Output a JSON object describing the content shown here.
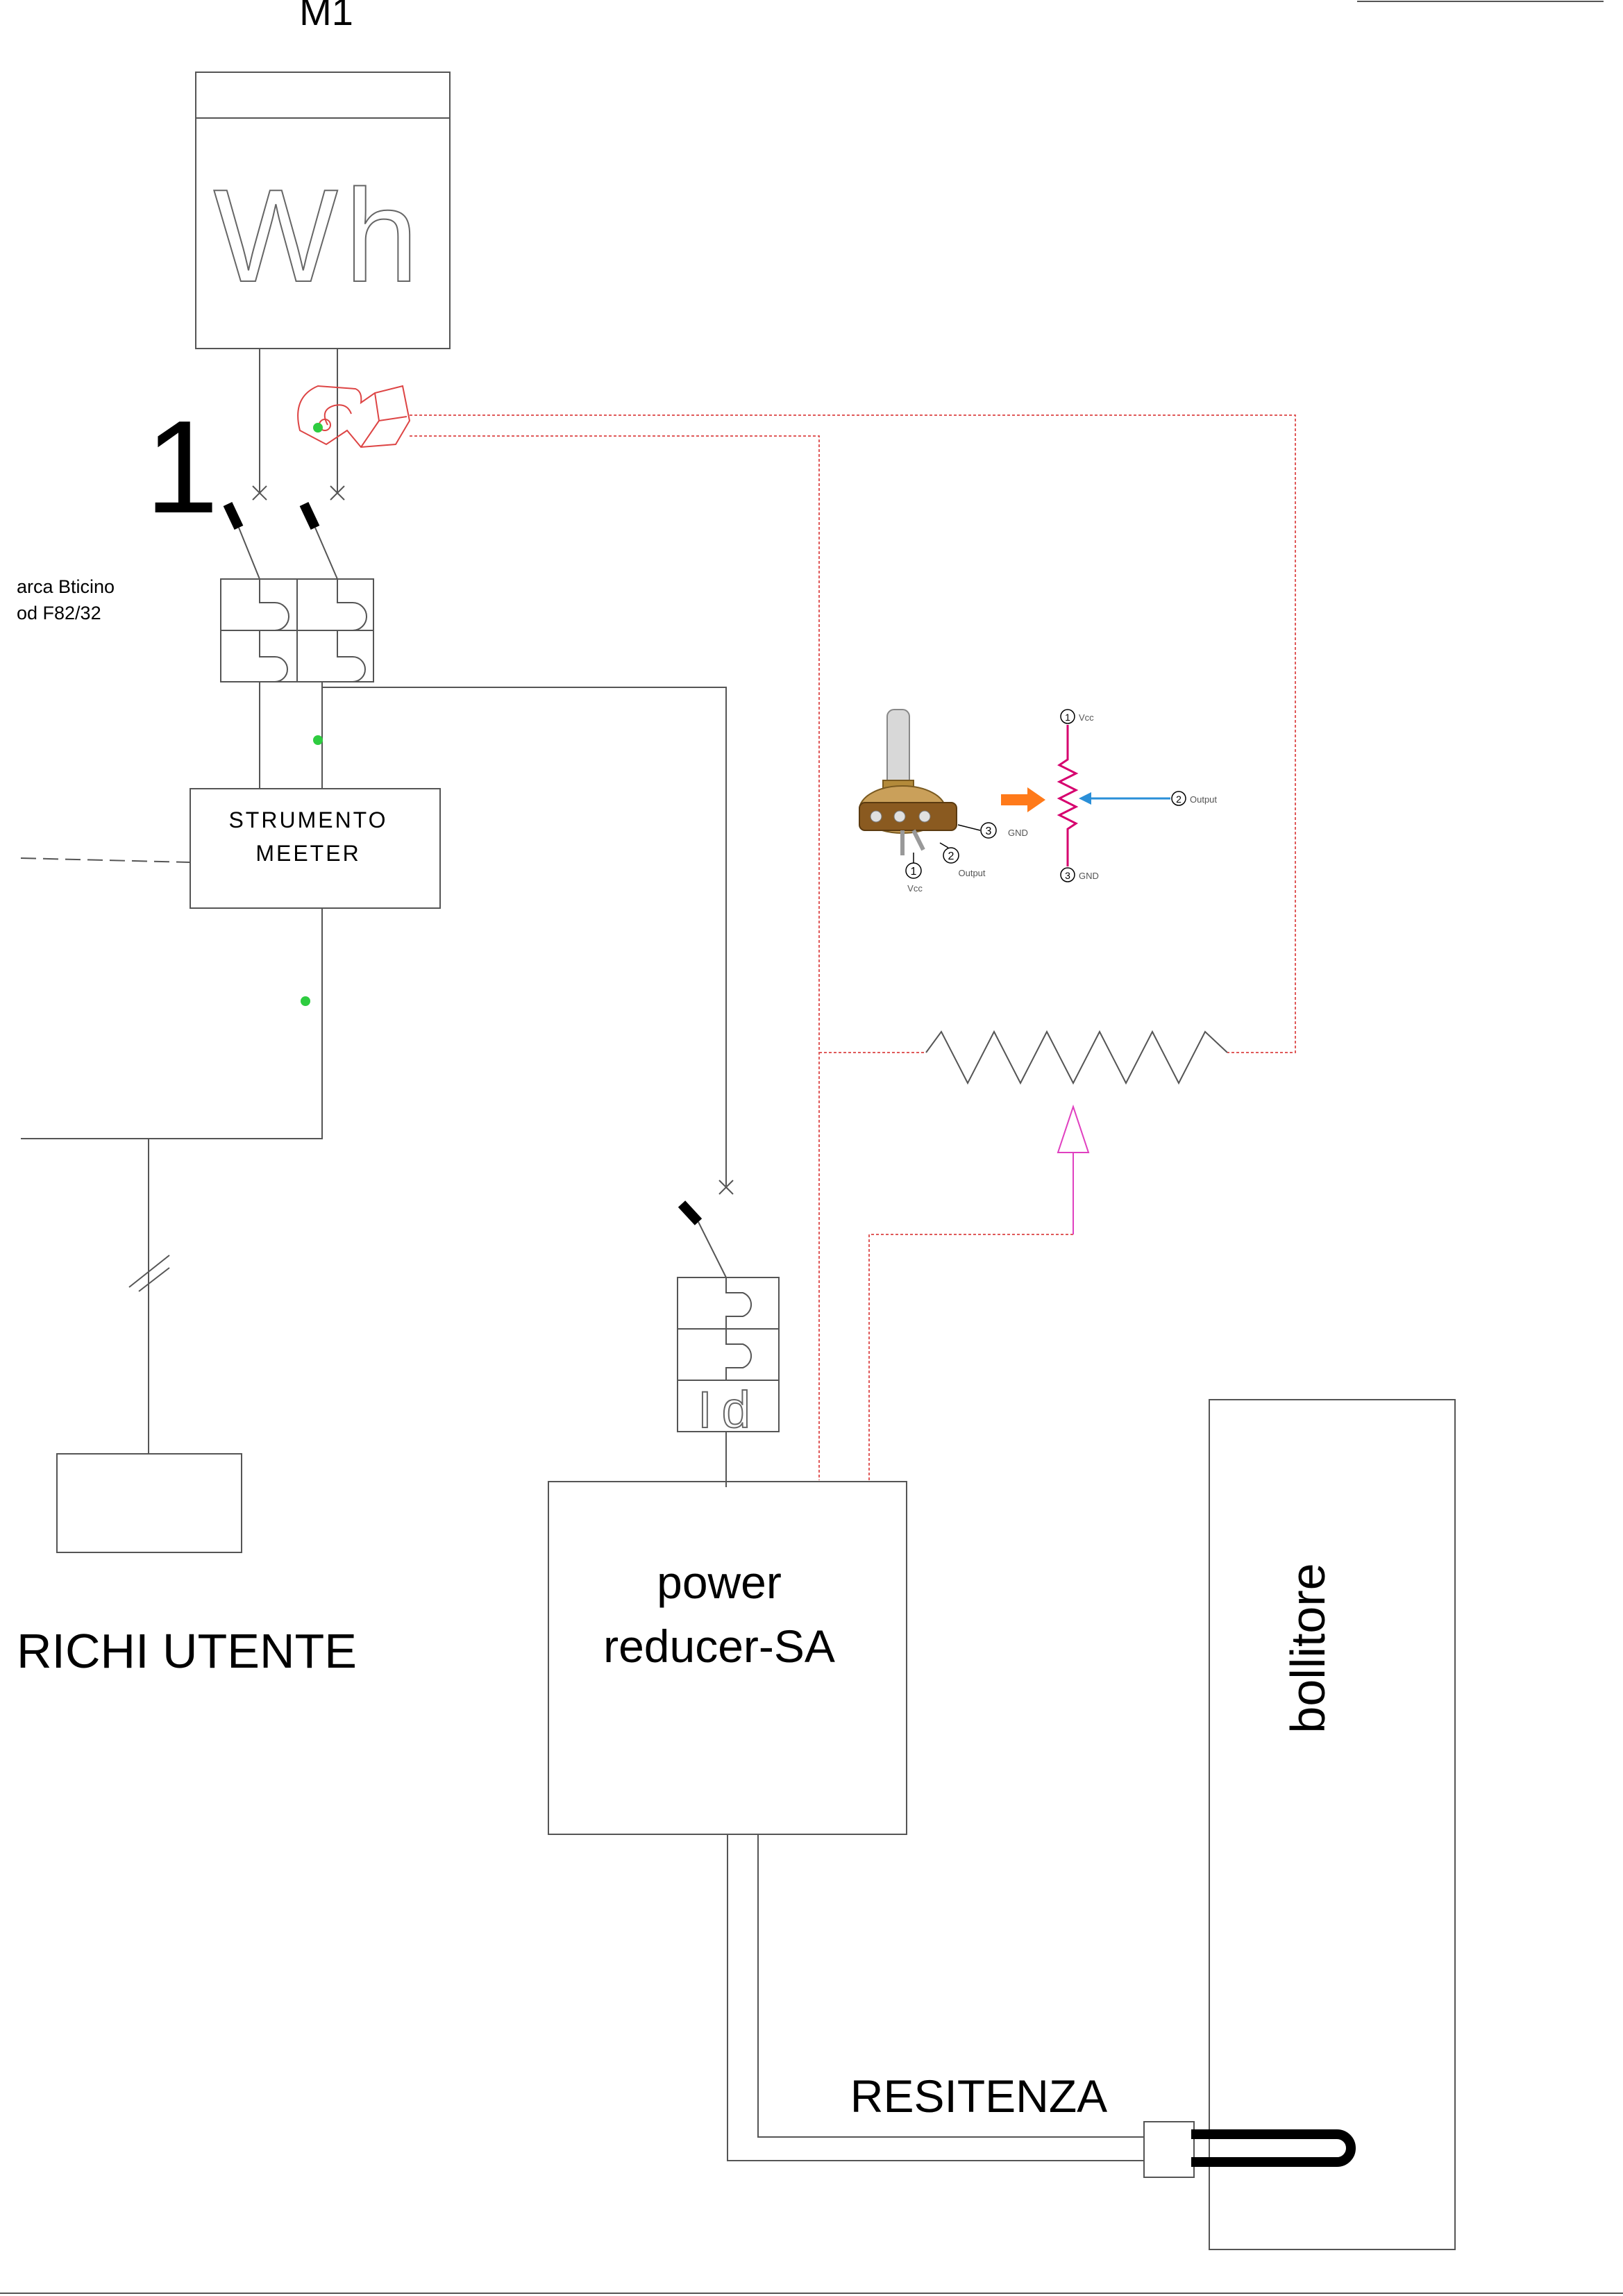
{
  "meter": {
    "id_label": "M1",
    "unit_label": "Wh"
  },
  "breaker_number": "1",
  "breaker_note": {
    "line1": "arca Bticino",
    "line2": "od  F82/32"
  },
  "instrument": {
    "line1": "STRUMENTO",
    "line2": "MEETER"
  },
  "loads_label": "RICHI UTENTE",
  "power_reducer": {
    "line1": "power",
    "line2": "reducer-SA"
  },
  "rcd_label": "Id",
  "boiler_label": "bollitore",
  "heater_label": "RESITENZA",
  "pot_inset": {
    "pin1_num": "1",
    "pin1_name": "Vcc",
    "pin2_num": "2",
    "pin2_name": "Output",
    "pin3_num": "3",
    "pin3_name": "GND",
    "sch_pin1_name": "Vcc",
    "sch_pin2_name": "Output",
    "sch_pin3_name": "GND"
  },
  "colors": {
    "line": "#555555",
    "sense_wire": "#e05a5a",
    "control_arrow": "#e040c0",
    "status_dot": "#2ecc40",
    "inset_resistor": "#d6006e",
    "inset_arrow": "#ff7a1a",
    "inset_output_arrow": "#2a8fd8"
  },
  "icons": [
    "energy-meter-icon",
    "current-clamp-icon",
    "circuit-breaker-icon",
    "rcd-breaker-icon",
    "potentiometer-icon",
    "heating-element-icon"
  ]
}
